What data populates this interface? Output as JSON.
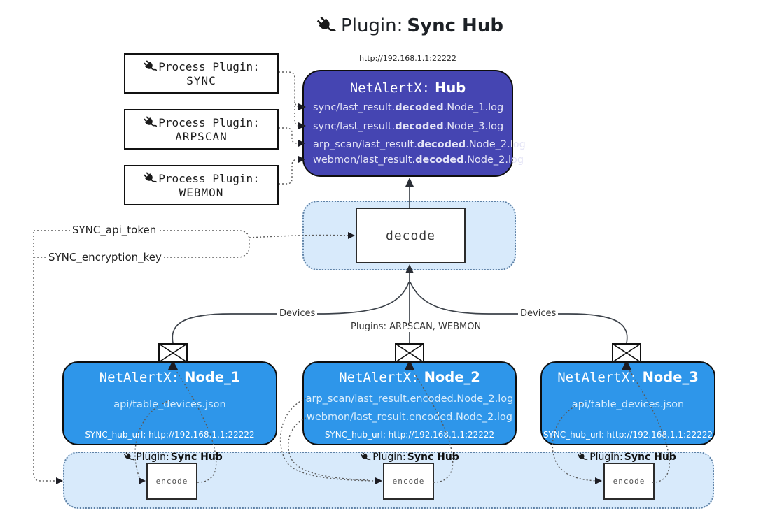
{
  "title": {
    "label": "Plugin:",
    "name": "Sync Hub"
  },
  "hub": {
    "url": "http://192.168.1.1:22222",
    "name_prefix": "NetAlertX:",
    "name": "Hub",
    "logs": [
      {
        "pre": "sync/last_result.",
        "mid": "decoded",
        "post": ".Node_1.log"
      },
      {
        "pre": "sync/last_result.",
        "mid": "decoded",
        "post": ".Node_3.log"
      },
      {
        "pre": "arp_scan/last_result.",
        "mid": "decoded",
        "post": ".Node_2.log"
      },
      {
        "pre": "webmon/last_result.",
        "mid": "decoded",
        "post": ".Node_2.log"
      }
    ]
  },
  "process_plugins": [
    {
      "label": "Process Plugin:",
      "name": "SYNC"
    },
    {
      "label": "Process Plugin:",
      "name": "ARPSCAN"
    },
    {
      "label": "Process Plugin:",
      "name": "WEBMON"
    }
  ],
  "settings": {
    "api_token": "SYNC_api_token",
    "encryption_key": "SYNC_encryption_key"
  },
  "decode_label": "decode",
  "edge_labels": {
    "devices_left": "Devices",
    "plugins": "Plugins: ARPSCAN, WEBMON",
    "devices_right": "Devices"
  },
  "nodes": [
    {
      "name_prefix": "NetAlertX:",
      "name": "Node_1",
      "files": [
        "api/table_devices.json"
      ],
      "hub_url": "SYNC_hub_url: http://192.168.1.1:22222"
    },
    {
      "name_prefix": "NetAlertX:",
      "name": "Node_2",
      "files": [
        "arp_scan/last_result.encoded.Node_2.log",
        "webmon/last_result.encoded.Node_2.log"
      ],
      "hub_url": "SYNC_hub_url: http://192.168.1.1:22222"
    },
    {
      "name_prefix": "NetAlertX:",
      "name": "Node_3",
      "files": [
        "api/table_devices.json"
      ],
      "hub_url": "SYNC_hub_url: http://192.168.1.1:22222"
    }
  ],
  "encoders": [
    {
      "label": "Plugin:",
      "name": "Sync Hub",
      "box": "encode"
    },
    {
      "label": "Plugin:",
      "name": "Sync Hub",
      "box": "encode"
    },
    {
      "label": "Plugin:",
      "name": "Sync Hub",
      "box": "encode"
    }
  ],
  "colors": {
    "hub_bg": "#4545b2",
    "node_bg": "#2e96ea",
    "band_bg": "#d8eafb",
    "band_border": "#5f82a6"
  }
}
